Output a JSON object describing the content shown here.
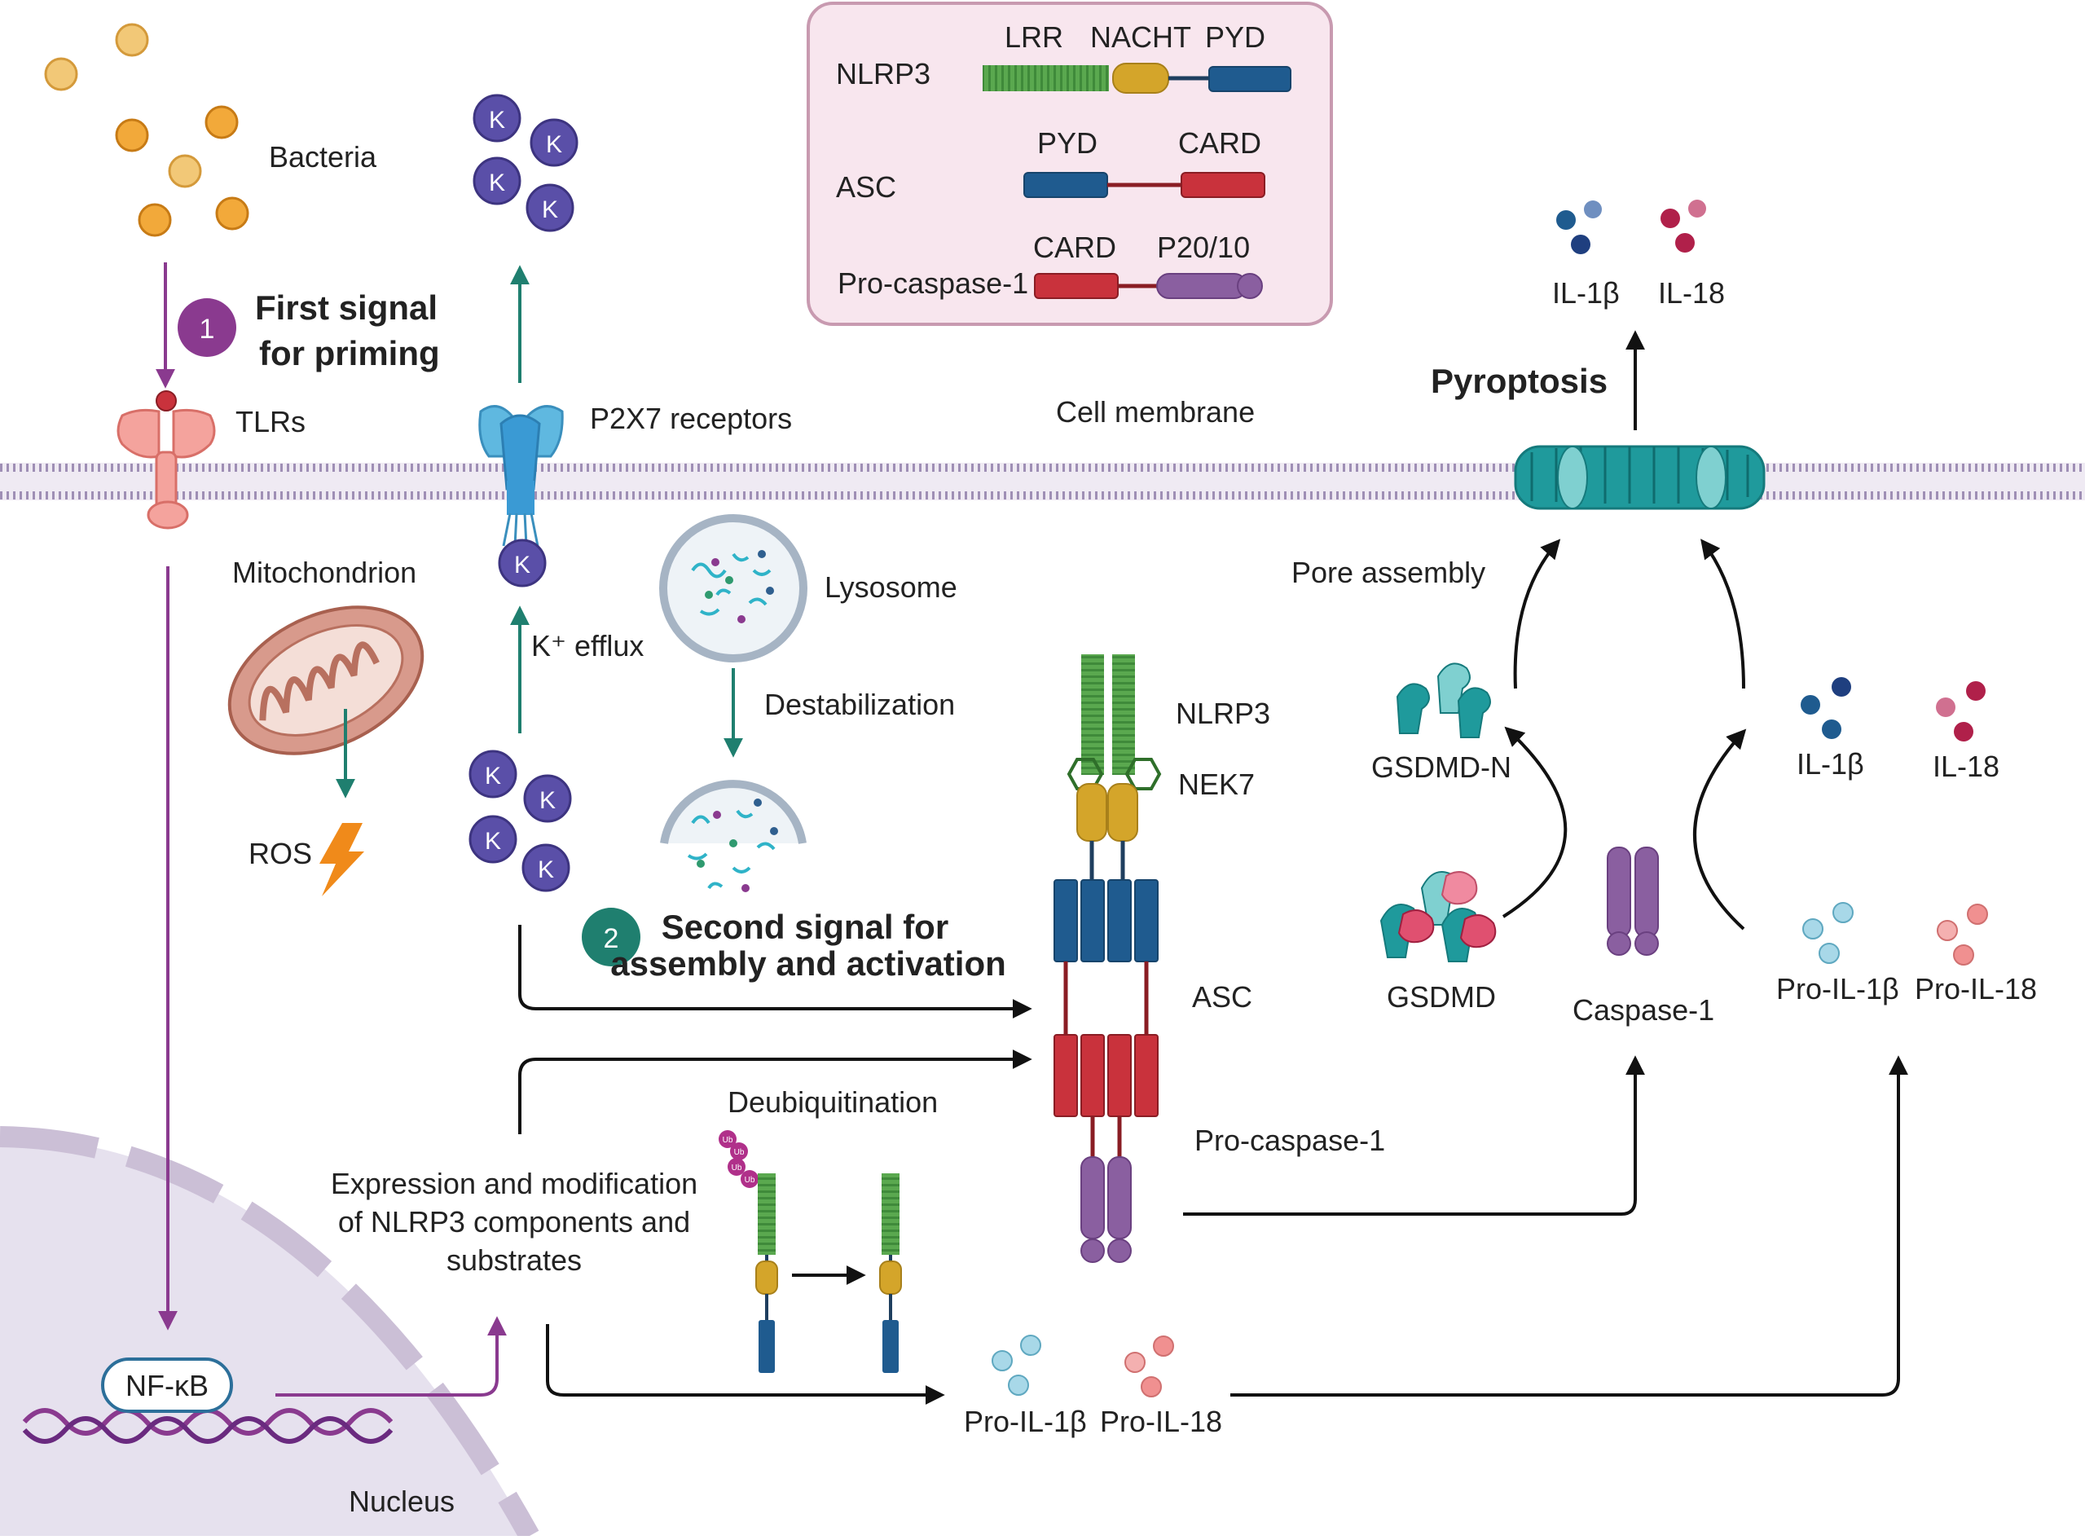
{
  "labels": {
    "bacteria": "Bacteria",
    "first_signal_line1": "First signal",
    "first_signal_line2": "for priming",
    "step1": "1",
    "tlrs": "TLRs",
    "p2x7": "P2X7 receptors",
    "cell_membrane": "Cell membrane",
    "pyroptosis": "Pyroptosis",
    "mitochondrion": "Mitochondrion",
    "ros": "ROS",
    "k_efflux": "K⁺ efflux",
    "k": "K",
    "lysosome": "Lysosome",
    "destabilization": "Destabilization",
    "step2": "2",
    "second_signal_line1": "Second signal for",
    "second_signal_line2": "assembly and activation",
    "pore_assembly": "Pore assembly",
    "nlrp3": "NLRP3",
    "nek7": "NEK7",
    "asc": "ASC",
    "pro_caspase1": "Pro-caspase-1",
    "gsdmd_n": "GSDMD-N",
    "gsdmd": "GSDMD",
    "caspase1": "Caspase-1",
    "il1b": "IL-1β",
    "il18": "IL-18",
    "pro_il1b": "Pro-IL-1β",
    "pro_il18": "Pro-IL-18",
    "deubiquitination": "Deubiquitination",
    "ub": "Ub",
    "expression_line1": "Expression and modification",
    "expression_line2": "of NLRP3 components and",
    "expression_line3": "substrates",
    "nfkb": "NF-κB",
    "nucleus": "Nucleus"
  },
  "legend": {
    "nlrp3": {
      "name": "NLRP3",
      "domains": [
        "LRR",
        "NACHT",
        "PYD"
      ]
    },
    "asc": {
      "name": "ASC",
      "domains": [
        "PYD",
        "CARD"
      ]
    },
    "pro_caspase1": {
      "name": "Pro-caspase-1",
      "domains": [
        "CARD",
        "P20/10"
      ]
    }
  },
  "colors": {
    "lrr_green": "#5aa84f",
    "nacht_gold": "#d4a52a",
    "pyd_blue": "#1f5b8f",
    "card_red": "#c9323c",
    "p20_purple": "#8a5fa0",
    "potassium": "#5a4fa8",
    "teal": "#1f9a9c",
    "signal_purple": "#8a3a8f",
    "signal_teal": "#1f7f6f",
    "legend_bg": "#f8e6ee",
    "legend_border": "#c89ab0"
  }
}
